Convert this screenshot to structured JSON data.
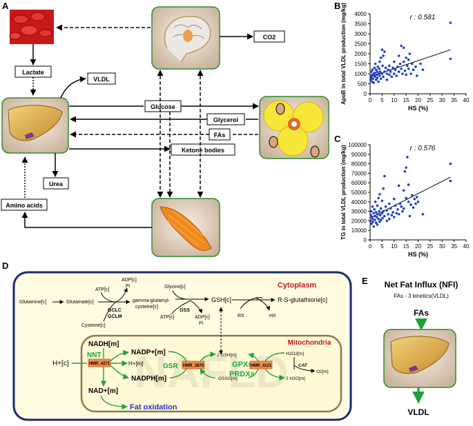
{
  "panel_labels": {
    "a": "A",
    "b": "B",
    "c": "C",
    "d": "D",
    "e": "E"
  },
  "panel_a": {
    "lactate": "Lactate",
    "vldl": "VLDL",
    "co2": "CO2",
    "glucose": "Glucose",
    "glycerol": "Glycerol",
    "fas": "FAs",
    "ketone": "Ketone bodies",
    "urea": "Urea",
    "amino": "Amino acids"
  },
  "chart_data": [
    {
      "type": "scatter",
      "annotation": "r : 0.581",
      "xlabel": "HS (%)",
      "ylabel": "ApoB in total VLDL production (mg/kg)",
      "xlim": [
        0,
        40
      ],
      "ylim": [
        0,
        4000
      ],
      "xticks": [
        0,
        5,
        10,
        15,
        20,
        25,
        30,
        35,
        40
      ],
      "yticks": [
        0,
        500,
        1000,
        1500,
        2000,
        2500,
        3000,
        3500,
        4000
      ],
      "trend": [
        [
          0,
          850
        ],
        [
          33.5,
          2200
        ]
      ],
      "points": [
        [
          0.2,
          700
        ],
        [
          0.3,
          900
        ],
        [
          0.5,
          1100
        ],
        [
          0.6,
          800
        ],
        [
          0.8,
          600
        ],
        [
          1,
          950
        ],
        [
          1,
          1200
        ],
        [
          1.2,
          750
        ],
        [
          1.5,
          1000
        ],
        [
          1.5,
          550
        ],
        [
          1.8,
          1300
        ],
        [
          2,
          850
        ],
        [
          2,
          1050
        ],
        [
          2.2,
          1500
        ],
        [
          2.5,
          700
        ],
        [
          2.5,
          1200
        ],
        [
          2.8,
          950
        ],
        [
          3,
          1100
        ],
        [
          3,
          800
        ],
        [
          3.2,
          1350
        ],
        [
          3.5,
          1000
        ],
        [
          3.5,
          600
        ],
        [
          3.8,
          1250
        ],
        [
          4,
          900
        ],
        [
          4,
          1600
        ],
        [
          4.2,
          1100
        ],
        [
          4.5,
          1800
        ],
        [
          4.5,
          750
        ],
        [
          5,
          2200
        ],
        [
          5,
          1000
        ],
        [
          5.2,
          1400
        ],
        [
          5.5,
          1900
        ],
        [
          5.5,
          850
        ],
        [
          6,
          1100
        ],
        [
          6,
          2100
        ],
        [
          6.5,
          1300
        ],
        [
          7,
          1000
        ],
        [
          7,
          700
        ],
        [
          7.5,
          1200
        ],
        [
          8,
          950
        ],
        [
          8,
          1400
        ],
        [
          8.5,
          1100
        ],
        [
          9,
          850
        ],
        [
          9.5,
          1300
        ],
        [
          10,
          1000
        ],
        [
          10,
          1600
        ],
        [
          10.5,
          1200
        ],
        [
          11,
          900
        ],
        [
          11.5,
          1350
        ],
        [
          12,
          1100
        ],
        [
          12,
          1900
        ],
        [
          12.5,
          1500
        ],
        [
          13,
          2400
        ],
        [
          13,
          1250
        ],
        [
          13.5,
          1000
        ],
        [
          14,
          2300
        ],
        [
          14,
          1600
        ],
        [
          14.5,
          1150
        ],
        [
          15,
          1800
        ],
        [
          15,
          950
        ],
        [
          15.5,
          1400
        ],
        [
          16,
          1700
        ],
        [
          16,
          1250
        ],
        [
          16.5,
          2000
        ],
        [
          17,
          1000
        ],
        [
          17.5,
          1500
        ],
        [
          18,
          1200
        ],
        [
          19,
          1350
        ],
        [
          19.5,
          900
        ],
        [
          21,
          1500
        ],
        [
          22,
          1200
        ],
        [
          33.5,
          3550
        ],
        [
          33.5,
          1750
        ]
      ]
    },
    {
      "type": "scatter",
      "annotation": "r : 0.576",
      "xlabel": "HS (%)",
      "ylabel": "TG in total VLDL production (mg/kg)",
      "xlim": [
        0,
        40
      ],
      "ylim": [
        0,
        100000
      ],
      "xticks": [
        0,
        5,
        10,
        15,
        20,
        25,
        30,
        35,
        40
      ],
      "yticks": [
        0,
        10000,
        20000,
        30000,
        40000,
        50000,
        60000,
        70000,
        80000,
        90000,
        100000
      ],
      "trend": [
        [
          0,
          23000
        ],
        [
          33.5,
          66000
        ]
      ],
      "points": [
        [
          0.2,
          20000
        ],
        [
          0.3,
          26000
        ],
        [
          0.5,
          30000
        ],
        [
          0.6,
          17000
        ],
        [
          0.8,
          24000
        ],
        [
          1,
          35000
        ],
        [
          1,
          22000
        ],
        [
          1.2,
          19000
        ],
        [
          1.5,
          28000
        ],
        [
          1.5,
          14000
        ],
        [
          1.8,
          32000
        ],
        [
          2,
          25000
        ],
        [
          2,
          21000
        ],
        [
          2.2,
          40000
        ],
        [
          2.5,
          18000
        ],
        [
          2.5,
          29000
        ],
        [
          2.8,
          24000
        ],
        [
          3,
          36000
        ],
        [
          3,
          16000
        ],
        [
          3.2,
          27000
        ],
        [
          3.5,
          22000
        ],
        [
          3.5,
          44000
        ],
        [
          3.8,
          30000
        ],
        [
          4,
          19000
        ],
        [
          4,
          48000
        ],
        [
          4.2,
          26000
        ],
        [
          4.5,
          33000
        ],
        [
          4.5,
          21000
        ],
        [
          5,
          41000
        ],
        [
          5,
          28000
        ],
        [
          5.2,
          23000
        ],
        [
          5.5,
          54000
        ],
        [
          5.5,
          30000
        ],
        [
          6,
          67000
        ],
        [
          6,
          25000
        ],
        [
          6.5,
          35000
        ],
        [
          7,
          20000
        ],
        [
          7,
          31000
        ],
        [
          7.5,
          27000
        ],
        [
          8,
          38000
        ],
        [
          8,
          22000
        ],
        [
          8.5,
          33000
        ],
        [
          9,
          26000
        ],
        [
          9.5,
          29000
        ],
        [
          10,
          43000
        ],
        [
          10,
          24000
        ],
        [
          10.5,
          36000
        ],
        [
          11,
          28000
        ],
        [
          11.5,
          32000
        ],
        [
          12,
          27000
        ],
        [
          12,
          57000
        ],
        [
          12.5,
          38000
        ],
        [
          13,
          35000
        ],
        [
          13.5,
          30000
        ],
        [
          14,
          52000
        ],
        [
          14,
          33000
        ],
        [
          14.5,
          72000
        ],
        [
          15,
          76000
        ],
        [
          15,
          44000
        ],
        [
          15.5,
          87000
        ],
        [
          16,
          40000
        ],
        [
          16,
          58000
        ],
        [
          16.5,
          25000
        ],
        [
          17,
          37000
        ],
        [
          17.5,
          47000
        ],
        [
          18,
          34000
        ],
        [
          18.5,
          43000
        ],
        [
          19,
          38000
        ],
        [
          19.5,
          45000
        ],
        [
          20,
          40000
        ],
        [
          22,
          27000
        ],
        [
          33.5,
          80000
        ],
        [
          33.5,
          62000
        ]
      ]
    }
  ],
  "panel_d": {
    "cytoplasm": "Cytoplasm",
    "mitochondria": "Mitochondria",
    "glutamine": "Glutamine[c]",
    "glutamate": "Glutamate[c]",
    "atp1": "ATP[c]",
    "adp1": "ADP[c]",
    "pi1": "Pi",
    "gclc": "GCLC",
    "gclm": "GCLM",
    "cysteine": "Cysteine[c]",
    "gglu1": "gamma-glutamyl-",
    "gglu2": "cysteine[c]",
    "glycine": "Glycine[c]",
    "gss": "GSS",
    "atp2": "ATP[c]",
    "adp2": "ADP[c]",
    "pi2": "Pi",
    "gsh": "GSH[c]",
    "rx": "RX",
    "hx": "HX",
    "rsg": "R-S-glutathione[c]",
    "nadh": "NADH[m]",
    "nadp": "NADP+[m]",
    "hc": "H+[c]",
    "hm": "H+[m]",
    "nnt": "NNT",
    "hmr1": "HMR_4271",
    "nadph": "NADPH[m]",
    "nad": "NAD+[m]",
    "fatox": "Fat oxidation",
    "gsr": "GSR",
    "hmr2": "HMR_3870",
    "gshm": "2 GSH[m]",
    "gssg": "GSSG[m]",
    "gpx": "GPXs",
    "prdx": "PRDXs",
    "hmr3": "HMR_4121",
    "h2o2": "H2O2[m]",
    "cat": "CAT",
    "o2": "O2[m]",
    "h2o": "2 H2O[m]",
    "watermark": "NAFLD"
  },
  "panel_e": {
    "title": "Net Fat Influx (NFI)",
    "subtitle": "FAs - 3 kinetics(VLDL)",
    "fas": "FAs",
    "vldl": "VLDL"
  },
  "colors": {
    "green": "#1aa33a",
    "orange": "#f0894a",
    "navy": "#1a2a6c",
    "cyto_fill": "#fffbe0",
    "mito_border": "#8a7a50",
    "blue_text": "#1f2fd0",
    "red_text": "#b81b1b"
  }
}
